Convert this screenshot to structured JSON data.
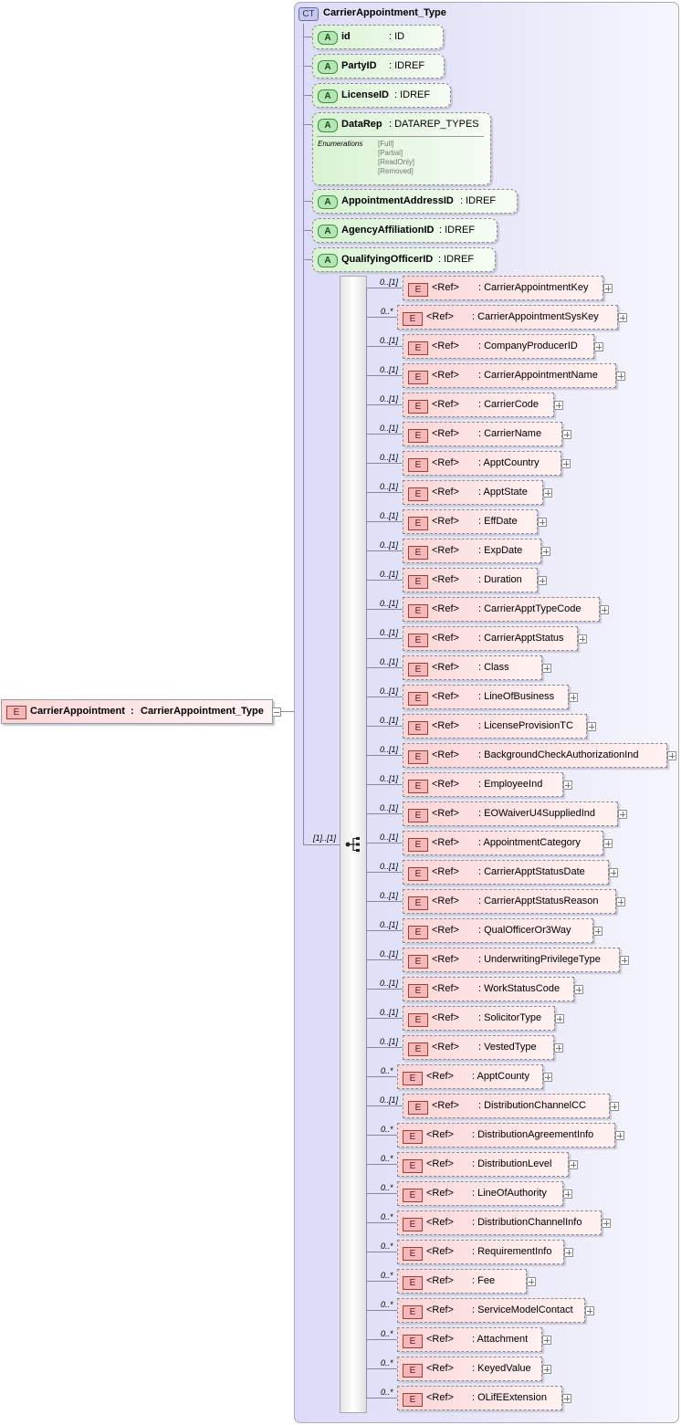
{
  "root": {
    "badge": "E",
    "name": "CarrierAppointment",
    "type": "CarrierAppointment_Type"
  },
  "complex_type": {
    "badge": "CT",
    "name": "CarrierAppointment_Type"
  },
  "sequence": {
    "cardinality": "[1]..[1]"
  },
  "attributes": [
    {
      "badge": "A",
      "name": "id",
      "type": ": ID"
    },
    {
      "badge": "A",
      "name": "PartyID",
      "type": ": IDREF"
    },
    {
      "badge": "A",
      "name": "LicenseID",
      "type": ": IDREF"
    },
    {
      "badge": "A",
      "name": "DataRep",
      "type": ": DATAREP_TYPES",
      "enumerations_label": "Enumerations",
      "enumerations": [
        "[Full]",
        "[Partial]",
        "[ReadOnly]",
        "[Removed]"
      ]
    },
    {
      "badge": "A",
      "name": "AppointmentAddressID",
      "type": ": IDREF"
    },
    {
      "badge": "A",
      "name": "AgencyAffiliationID",
      "type": ": IDREF"
    },
    {
      "badge": "A",
      "name": "QualifyingOfficerID",
      "type": ": IDREF"
    }
  ],
  "elements": [
    {
      "card": "0..[1]",
      "badge": "E",
      "ref": "<Ref>",
      "name": ": CarrierAppointmentKey"
    },
    {
      "card": "0..*",
      "badge": "E",
      "ref": "<Ref>",
      "name": ": CarrierAppointmentSysKey"
    },
    {
      "card": "0..[1]",
      "badge": "E",
      "ref": "<Ref>",
      "name": ": CompanyProducerID"
    },
    {
      "card": "0..[1]",
      "badge": "E",
      "ref": "<Ref>",
      "name": ": CarrierAppointmentName"
    },
    {
      "card": "0..[1]",
      "badge": "E",
      "ref": "<Ref>",
      "name": ": CarrierCode"
    },
    {
      "card": "0..[1]",
      "badge": "E",
      "ref": "<Ref>",
      "name": ": CarrierName"
    },
    {
      "card": "0..[1]",
      "badge": "E",
      "ref": "<Ref>",
      "name": ": ApptCountry"
    },
    {
      "card": "0..[1]",
      "badge": "E",
      "ref": "<Ref>",
      "name": ": ApptState"
    },
    {
      "card": "0..[1]",
      "badge": "E",
      "ref": "<Ref>",
      "name": ": EffDate"
    },
    {
      "card": "0..[1]",
      "badge": "E",
      "ref": "<Ref>",
      "name": ": ExpDate"
    },
    {
      "card": "0..[1]",
      "badge": "E",
      "ref": "<Ref>",
      "name": ": Duration"
    },
    {
      "card": "0..[1]",
      "badge": "E",
      "ref": "<Ref>",
      "name": ": CarrierApptTypeCode"
    },
    {
      "card": "0..[1]",
      "badge": "E",
      "ref": "<Ref>",
      "name": ": CarrierApptStatus"
    },
    {
      "card": "0..[1]",
      "badge": "E",
      "ref": "<Ref>",
      "name": ": Class"
    },
    {
      "card": "0..[1]",
      "badge": "E",
      "ref": "<Ref>",
      "name": ": LineOfBusiness"
    },
    {
      "card": "0..[1]",
      "badge": "E",
      "ref": "<Ref>",
      "name": ": LicenseProvisionTC"
    },
    {
      "card": "0..[1]",
      "badge": "E",
      "ref": "<Ref>",
      "name": ": BackgroundCheckAuthorizationInd"
    },
    {
      "card": "0..[1]",
      "badge": "E",
      "ref": "<Ref>",
      "name": ": EmployeeInd"
    },
    {
      "card": "0..[1]",
      "badge": "E",
      "ref": "<Ref>",
      "name": ": EOWaiverU4SuppliedInd"
    },
    {
      "card": "0..[1]",
      "badge": "E",
      "ref": "<Ref>",
      "name": ": AppointmentCategory"
    },
    {
      "card": "0..[1]",
      "badge": "E",
      "ref": "<Ref>",
      "name": ": CarrierApptStatusDate"
    },
    {
      "card": "0..[1]",
      "badge": "E",
      "ref": "<Ref>",
      "name": ": CarrierApptStatusReason"
    },
    {
      "card": "0..[1]",
      "badge": "E",
      "ref": "<Ref>",
      "name": ": QualOfficerOr3Way"
    },
    {
      "card": "0..[1]",
      "badge": "E",
      "ref": "<Ref>",
      "name": ": UnderwritingPrivilegeType"
    },
    {
      "card": "0..[1]",
      "badge": "E",
      "ref": "<Ref>",
      "name": ": WorkStatusCode"
    },
    {
      "card": "0..[1]",
      "badge": "E",
      "ref": "<Ref>",
      "name": ": SolicitorType"
    },
    {
      "card": "0..[1]",
      "badge": "E",
      "ref": "<Ref>",
      "name": ": VestedType"
    },
    {
      "card": "0..*",
      "badge": "E",
      "ref": "<Ref>",
      "name": ": ApptCounty"
    },
    {
      "card": "0..[1]",
      "badge": "E",
      "ref": "<Ref>",
      "name": ": DistributionChannelCC"
    },
    {
      "card": "0..*",
      "badge": "E",
      "ref": "<Ref>",
      "name": ": DistributionAgreementInfo"
    },
    {
      "card": "0..*",
      "badge": "E",
      "ref": "<Ref>",
      "name": ": DistributionLevel"
    },
    {
      "card": "0..*",
      "badge": "E",
      "ref": "<Ref>",
      "name": ": LineOfAuthority"
    },
    {
      "card": "0..*",
      "badge": "E",
      "ref": "<Ref>",
      "name": ": DistributionChannelInfo"
    },
    {
      "card": "0..*",
      "badge": "E",
      "ref": "<Ref>",
      "name": ": RequirementInfo"
    },
    {
      "card": "0..*",
      "badge": "E",
      "ref": "<Ref>",
      "name": ": Fee"
    },
    {
      "card": "0..*",
      "badge": "E",
      "ref": "<Ref>",
      "name": ": ServiceModelContact"
    },
    {
      "card": "0..*",
      "badge": "E",
      "ref": "<Ref>",
      "name": ": Attachment"
    },
    {
      "card": "0..*",
      "badge": "E",
      "ref": "<Ref>",
      "name": ": KeyedValue"
    },
    {
      "card": "0..*",
      "badge": "E",
      "ref": "<Ref>",
      "name": ": OLifEExtension"
    }
  ]
}
